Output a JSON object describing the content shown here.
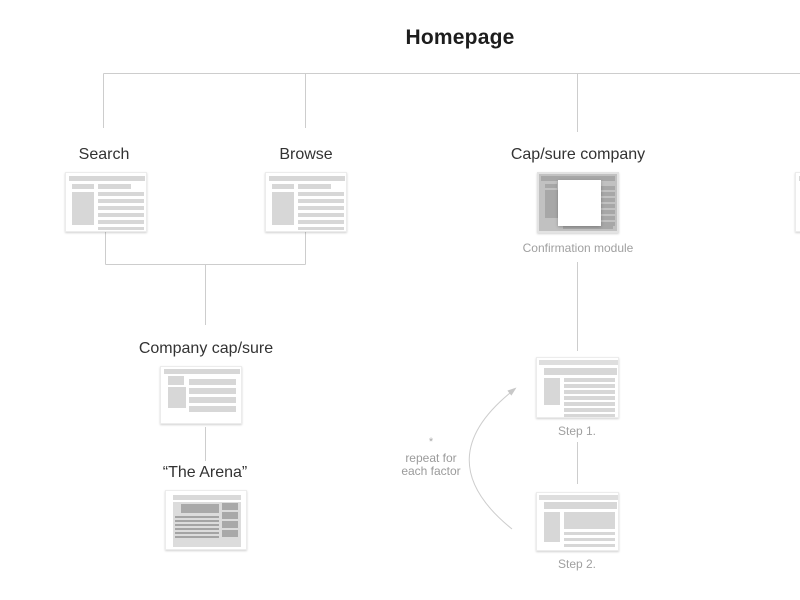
{
  "title": "Homepage",
  "nodes": {
    "search": "Search",
    "browse": "Browse",
    "capsure_company": "Cap/sure company",
    "company_capsure": "Company cap/sure",
    "arena": "“The Arena”"
  },
  "captions": {
    "confirmation_module": "Confirmation module",
    "step1": "Step 1.",
    "step2": "Step 2."
  },
  "annotations": {
    "asterisk": "*",
    "repeat_note_line1": "repeat for",
    "repeat_note_line2": "each factor"
  },
  "colors": {
    "connector_line": "#cdcdcd",
    "title_text": "#1d1d1d",
    "label_text": "#333333",
    "caption_text": "#a0a0a0",
    "wireframe_fill": "#d7d7d7",
    "modal_thumbnail_bg": "#c1c1c1",
    "modal_thumbnail_dark": "#a7a7a7",
    "arena_panel": "#dcdcdc",
    "arena_dark": "#a9a9a9"
  }
}
